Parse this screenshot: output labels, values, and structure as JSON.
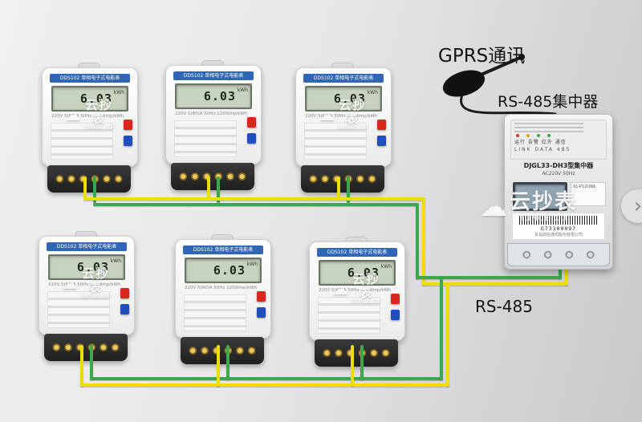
{
  "colors": {
    "wire_yellow": "#ecdf00",
    "wire_green": "#3aa94b",
    "meter_blue": "#2f66b5",
    "button_red": "#d8281e",
    "button_blue": "#1f4fbe",
    "cable_black": "#1c1c1c"
  },
  "labels": {
    "gprs": "GPRS通讯",
    "concentrator": "RS-485集中器",
    "rs485": "RS-485"
  },
  "meter": {
    "model_header": "DDS102 单相电子式电能表",
    "lcd_reading": "6.03",
    "lcd_unit": "kWh",
    "spec_line": "220V 5(60)A 50Hz 1200imp/kWh"
  },
  "watermark": {
    "cloud": "☁",
    "name": "云抄表",
    "sub": "YUNCE.CO"
  },
  "concentrator_device": {
    "title": "DJGL33-DH3型集中器",
    "power_line": "AC220V 50Hz",
    "led_labels": "运行 告警 红外 通信",
    "port_labels": "LINK DATA 485",
    "panel_label": "XL-P12UWL",
    "serial": "G73300097",
    "company": "青岛鼎信通讯股份有限公司"
  },
  "carousel": {
    "next_arrow": "›"
  }
}
